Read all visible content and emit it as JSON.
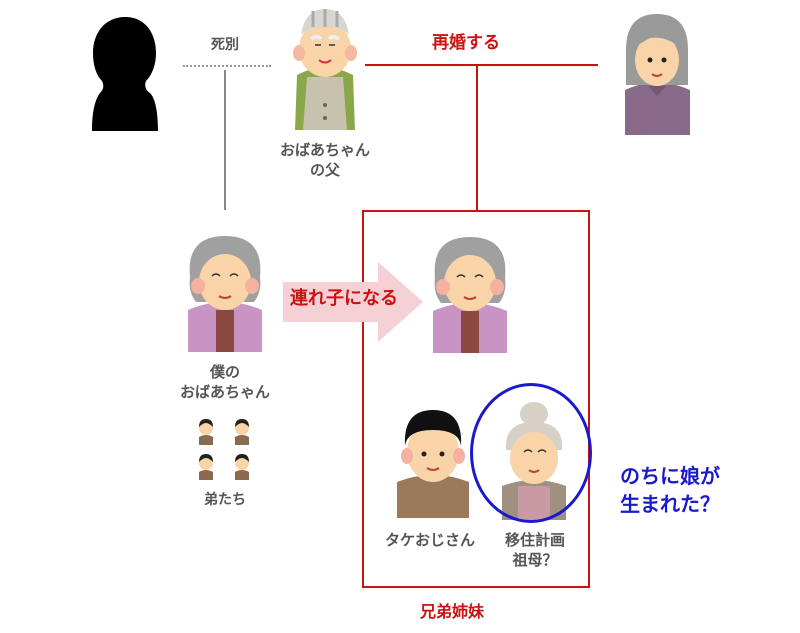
{
  "colors": {
    "red": "#cc1111",
    "blue": "#1a1acc",
    "gray_text": "#555555",
    "arrow_fill": "#f5d0d4"
  },
  "labels": {
    "death_separation": "死別",
    "remarriage": "再婚する",
    "grandma_father": "おばあちゃん\nの父",
    "my_grandma": "僕の\nおばあちゃん",
    "younger_brothers": "弟たち",
    "stepchild": "連れ子になる",
    "uncle_take": "タケおじさん",
    "relocation_grandma": "移住計画\n祖母？",
    "siblings": "兄弟姉妹",
    "daughter_born": "のちに娘が\n生まれた？"
  },
  "figures": [
    {
      "id": "deceased-wife-silhouette",
      "type": "silhouette"
    },
    {
      "id": "grandma-father",
      "type": "old-man"
    },
    {
      "id": "second-wife",
      "type": "old-woman"
    },
    {
      "id": "my-grandma",
      "type": "old-woman-smiling"
    },
    {
      "id": "grandma-as-stepchild",
      "type": "old-woman-smiling"
    },
    {
      "id": "uncle-take",
      "type": "middle-aged-man"
    },
    {
      "id": "relocation-grandma",
      "type": "old-woman-bun"
    },
    {
      "id": "brothers",
      "type": "small-boys",
      "count": 4
    }
  ]
}
